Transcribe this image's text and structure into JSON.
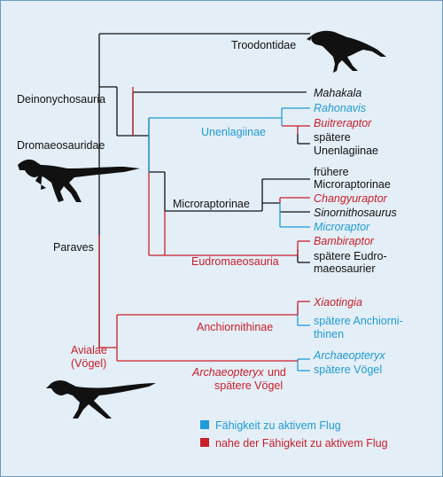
{
  "colors": {
    "background": "#e4eef7",
    "border": "#6a9bc4",
    "black": "#111111",
    "blue": "#1f9bd7",
    "red": "#c8202a"
  },
  "groups": {
    "troodontidae": "Troodontidae",
    "deinonychosauria": "Deinonychosauria",
    "dromaeosauridae": "Dromaeosauridae",
    "unenlagiinae": "Unenlagiinae",
    "microraptorinae": "Microraptorinae",
    "eudromaeosauria": "Eudromaeosauria",
    "paraves": "Paraves",
    "anchiornithinae": "Anchiornithinae",
    "avialae_1": "Avialae",
    "avialae_2": "(Vögel)"
  },
  "taxa": {
    "mahakala": "Mahakala",
    "rahonavis": "Rahonavis",
    "buitreraptor": "Buitreraptor",
    "later_unenlagiinae_1": "spätere",
    "later_unenlagiinae_2": "Unenlagiinae",
    "early_microraptorinae_1": "frühere",
    "early_microraptorinae_2": "Microraptorinae",
    "changyuraptor": "Changyuraptor",
    "sinornithosaurus": "Sinornithosaurus",
    "microraptor": "Microraptor",
    "bambiraptor": "Bambiraptor",
    "later_eudro_1": "spätere Eudro-",
    "later_eudro_2": "maeosaurier",
    "xiaotingia": "Xiaotingia",
    "later_anchi_1": "spätere Anchiorni-",
    "later_anchi_2": "thinen",
    "archaeopteryx": "Archaeopteryx",
    "archaeopteryx_and": "und",
    "later_birds_line2": "spätere Vögel",
    "archaeopteryx_blue": "Archaeopteryx",
    "later_birds_blue": "spätere Vögel"
  },
  "legend": {
    "active_flight": "Fähigkeit zu aktivem Flug",
    "near_active_flight": "nahe der Fähigkeit zu aktivem Flug"
  },
  "icons": [
    "troodontid-silhouette",
    "dromaeosaur-silhouette",
    "bird-ancestor-silhouette"
  ]
}
